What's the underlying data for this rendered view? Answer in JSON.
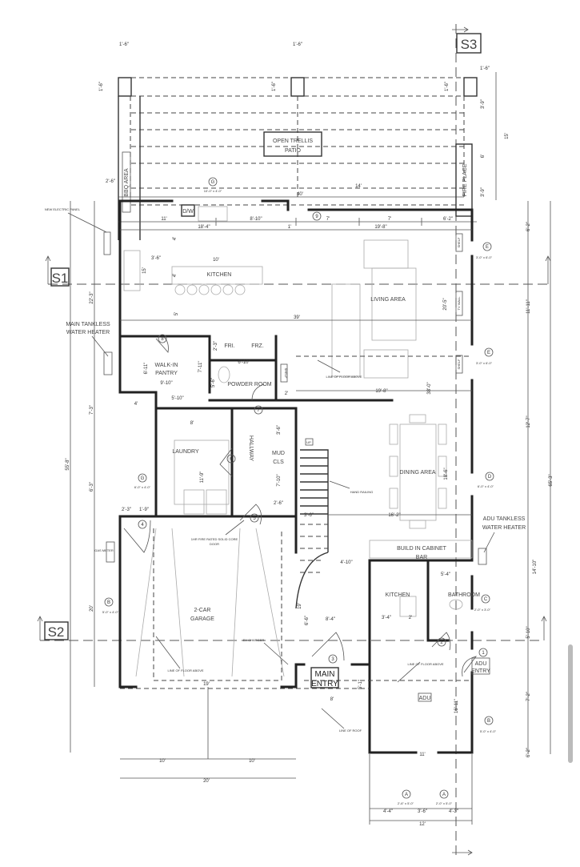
{
  "sections": [
    "S1",
    "S2",
    "S3"
  ],
  "patio": {
    "title_line1": "OPEN TRELLIS",
    "title_line2": "PATIO",
    "bbq": "BBQ AREA",
    "fireplace": "FIRE PLACE"
  },
  "rooms": {
    "kitchen": "KITCHEN",
    "living": "LIVING AREA",
    "pantry_1": "WALK-IN",
    "pantry_2": "PANTRY",
    "fri": "FRI.",
    "frz": "FRZ.",
    "powder": "POWDER ROOM",
    "laundry": "LAUNDRY",
    "hallway": "HALLWAY",
    "mud_1": "MUD",
    "mud_2": "CLS",
    "dining": "DINING AREA",
    "garage_1": "2-CAR",
    "garage_2": "GARAGE",
    "bar_1": "BUILD IN CABINET",
    "bar_2": "BAR",
    "adu_kitchen": "KITCHEN",
    "bathroom": "BATHROOM",
    "main_entry_1": "MAIN",
    "main_entry_2": "ENTRY",
    "adu_entry_1": "ADU",
    "adu_entry_2": "ENTRY",
    "adu": "ADU",
    "dw": "D/W",
    "up": "UP",
    "shelf": "SHELF",
    "tv_wall": "TV WALL"
  },
  "notes": {
    "electric_panel": "NEW ELECTRIC PANEL",
    "main_heater_1": "MAIN TANKLESS",
    "main_heater_2": "WATER HEATER",
    "adu_heater_1": "ADU TANKLESS",
    "adu_heater_2": "WATER HEATER",
    "gas_meter": "GAS METER",
    "floor_above": "LINE OF FLOOR ABOVE",
    "hand_railing": "HAND RAILING",
    "fire_door_1": "1HR FIRE RATED SOLID CORE",
    "fire_door_2": "DOOR",
    "ev_charger": "EV CHARGER",
    "line_of_roof": "LINE OF ROOF"
  },
  "dimensions": {
    "post_left": "1'-6\"",
    "post_mid": "1'-6\"",
    "post_right": "1'-6\"",
    "post_depth_l": "1'-6\"",
    "post_depth_m": "1'-6\"",
    "post_depth_r": "1'-6\"",
    "patio_depth": "15'",
    "patio_3_9_a": "3'-9\"",
    "patio_6": "6'",
    "patio_3_9_b": "3'-9\"",
    "patio_width": "40'",
    "seg_11": "11'",
    "seg_8_10": "8'-10\"",
    "seg_7_a": "7'",
    "seg_7_b": "7'",
    "seg_6_2": "6'-2\"",
    "seg_2_6": "2'-6\"",
    "seg_14": "14'",
    "kitchen_18_4": "18'-4\"",
    "seg_1": "1'",
    "living_19_8": "19'-8\"",
    "island_10": "10'",
    "island_3_6": "3'-6\"",
    "k_4a": "4'",
    "k_15": "15'",
    "k_4b": "4'",
    "k_5": "5'",
    "house_39": "39'",
    "left_22_3": "22'-3\"",
    "left_55_8": "55'-8\"",
    "left_7_3": "7'-3\"",
    "left_6_3": "6'-3\"",
    "left_20": "20'",
    "pantry_4": "4'",
    "pantry_5_10": "5'-10\"",
    "pantry_9_10": "9'-10\"",
    "pantry_6_11": "6'-11\"",
    "pantry_7_11": "7'-11\"",
    "fr_2_3": "2'-3\"",
    "powder_6_10": "6'-10\"",
    "powder_5_6": "5'-6\"",
    "seg_2": "2'",
    "dining_19_8": "19'-8\"",
    "v_38": "38'-0\"",
    "v_20_5": "20'-5\"",
    "laundry_8": "8'",
    "laundry_11_9": "11'-9\"",
    "hall_3_6": "3'-6\"",
    "mud_7_10": "7'-10\"",
    "mud_2_6": "2'-6\"",
    "g_2_3": "2'-3\"",
    "g_1_9": "1'-9\"",
    "stair_3_6": "3'-6\"",
    "dining_16_2": "16'-2\"",
    "dining_18_6": "18'-6\"",
    "bar_4_10": "4'-10\"",
    "bath_5_4": "5'-4\"",
    "adu_k_3_4": "3'-4\"",
    "adu_k_2": "2'",
    "entry_8_4": "8'-4\"",
    "entry_6_6": "6'-6\"",
    "garage_19v": "19'",
    "garage_19": "19'",
    "entry_5_1": "5'-1\"",
    "entry_8": "8'",
    "drive_10a": "10'",
    "drive_10b": "10'",
    "drive_20": "20'",
    "adu_11": "11'",
    "adu_16_11": "16'-11\"",
    "adu_4_4": "4'-4\"",
    "adu_3_6": "3'-6\"",
    "adu_4_3": "4'-3\"",
    "adu_12": "12'",
    "right_6_2a": "6'-2\"",
    "right_11_11": "11'-11\"",
    "right_12_7": "12'-7\"",
    "right_65_3": "65'-3\"",
    "right_14_10": "14'-10\"",
    "right_5_10": "5'-10\"",
    "right_7_2": "7'-2\"",
    "right_6_2b": "6'-2\""
  },
  "windows": [
    {
      "tag": "G",
      "size": "10'-0\" x 4'-0\""
    },
    {
      "tag": "E",
      "size": "3'-0\" x 6'-0\""
    },
    {
      "tag": "E",
      "size": "3'-0\" x 6'-0\""
    },
    {
      "tag": "D",
      "size": "6'-0\" x 4'-0\""
    },
    {
      "tag": "C",
      "size": "2'-0\" x 3'-0\""
    },
    {
      "tag": "B",
      "size": "5'-0\" x 4'-0\""
    },
    {
      "tag": "A",
      "size": "2'-6\" x 5'-0\""
    },
    {
      "tag": "A",
      "size": "2'-0\" x 5'-0\""
    },
    {
      "tag": "G",
      "size": "6'-0\" x 4'-0\""
    },
    {
      "tag": "B",
      "size": "5'-0\" x 4'-0\""
    }
  ],
  "doors": [
    "9",
    "8",
    "7",
    "6",
    "5",
    "4",
    "3",
    "2",
    "1"
  ]
}
